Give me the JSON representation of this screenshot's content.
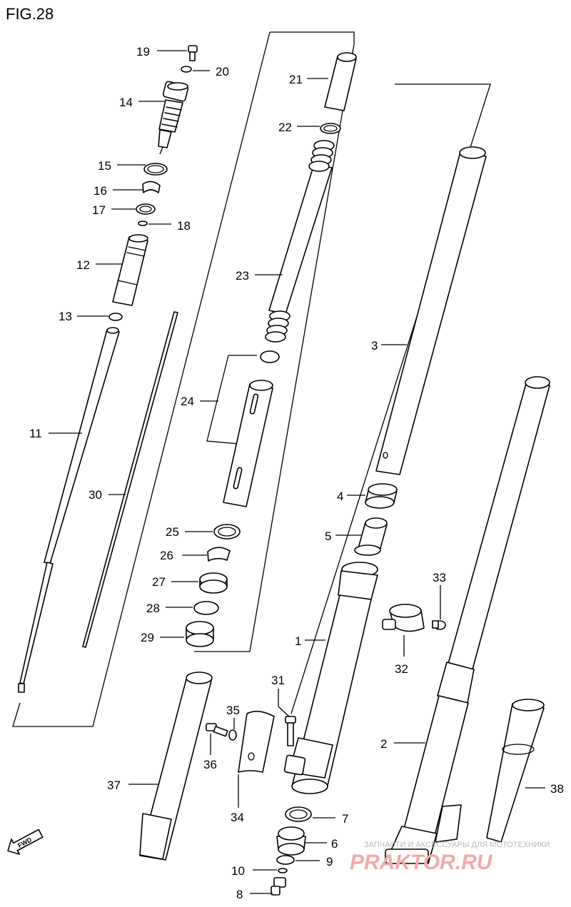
{
  "figure": {
    "title": "FIG.28"
  },
  "fwd_mark": {
    "text": "FWD"
  },
  "callouts": [
    {
      "id": "19",
      "text": "19"
    },
    {
      "id": "20",
      "text": "20"
    },
    {
      "id": "14",
      "text": "14"
    },
    {
      "id": "15",
      "text": "15"
    },
    {
      "id": "16",
      "text": "16"
    },
    {
      "id": "17",
      "text": "17"
    },
    {
      "id": "18",
      "text": "18"
    },
    {
      "id": "12",
      "text": "12"
    },
    {
      "id": "13",
      "text": "13"
    },
    {
      "id": "11",
      "text": "11"
    },
    {
      "id": "30",
      "text": "30"
    },
    {
      "id": "21",
      "text": "21"
    },
    {
      "id": "22",
      "text": "22"
    },
    {
      "id": "23",
      "text": "23"
    },
    {
      "id": "24",
      "text": "24"
    },
    {
      "id": "25",
      "text": "25"
    },
    {
      "id": "26",
      "text": "26"
    },
    {
      "id": "27",
      "text": "27"
    },
    {
      "id": "28",
      "text": "28"
    },
    {
      "id": "29",
      "text": "29"
    },
    {
      "id": "3",
      "text": "3"
    },
    {
      "id": "4",
      "text": "4"
    },
    {
      "id": "5",
      "text": "5"
    },
    {
      "id": "33",
      "text": "33"
    },
    {
      "id": "1",
      "text": "1"
    },
    {
      "id": "32",
      "text": "32"
    },
    {
      "id": "31",
      "text": "31"
    },
    {
      "id": "35",
      "text": "35"
    },
    {
      "id": "36",
      "text": "36"
    },
    {
      "id": "37",
      "text": "37"
    },
    {
      "id": "34",
      "text": "34"
    },
    {
      "id": "2",
      "text": "2"
    },
    {
      "id": "38",
      "text": "38"
    },
    {
      "id": "7",
      "text": "7"
    },
    {
      "id": "6",
      "text": "6"
    },
    {
      "id": "9",
      "text": "9"
    },
    {
      "id": "10",
      "text": "10"
    },
    {
      "id": "8",
      "text": "8"
    }
  ],
  "watermark": {
    "tagline": "ЗАПЧАСТИ И АКСЕССУАРЫ ДЛЯ МОТОТЕХНИКИ",
    "brand": "PRAKTOR.RU"
  }
}
